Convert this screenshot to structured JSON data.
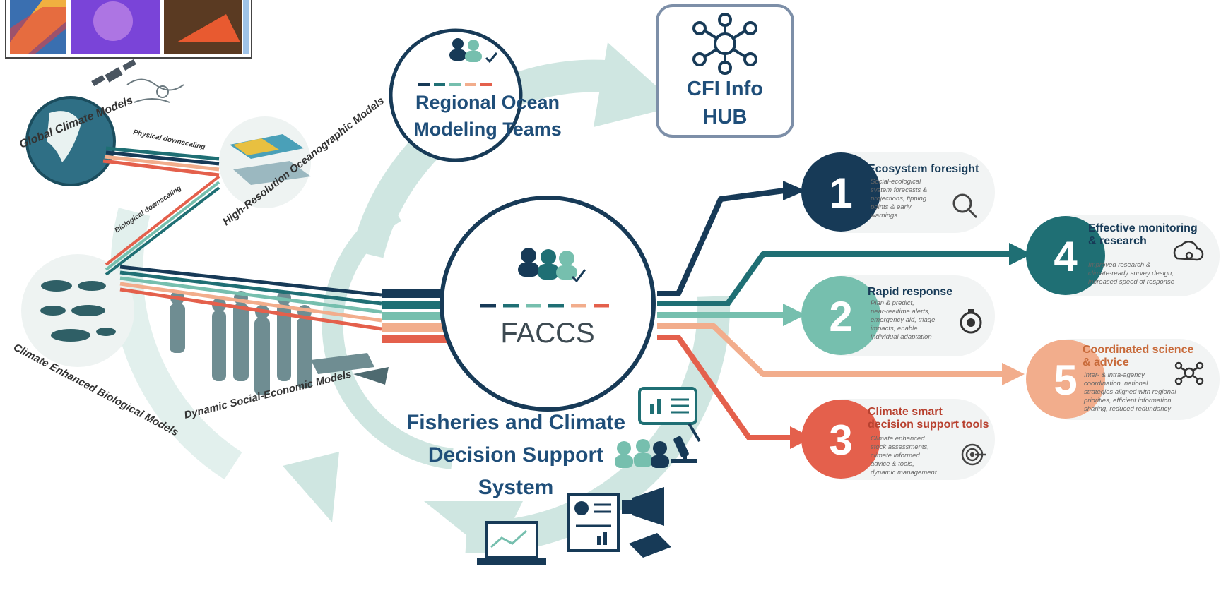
{
  "colors": {
    "navy": "#173a57",
    "deep_teal": "#1f6f74",
    "mid_teal": "#76bfae",
    "peach": "#f2ad8c",
    "coral": "#e4604c",
    "swirl": "#cfe6e1",
    "label_blue": "#1f4e79",
    "hub_border": "#7d8fa8"
  },
  "left_models": {
    "global_climate": "Global Climate Models",
    "high_resolution": "High-Resolution Oceanographic Models",
    "biological": "Climate Enhanced Biological Models",
    "social_economic": "Dynamic Social-Economic Models",
    "physical_downscaling": "Physical downscaling",
    "biological_downscaling": "Biological downscaling"
  },
  "center": {
    "label": "FACCS",
    "regional_teams_line1": "Regional Ocean",
    "regional_teams_line2": "Modeling Teams",
    "dss_line1": "Fisheries and Climate",
    "dss_line2": "Decision Support",
    "dss_line3": "System"
  },
  "hub": {
    "line1": "CFI Info",
    "line2": "HUB"
  },
  "outcomes": [
    {
      "num": "1",
      "title_line1": "Ecosystem foresight",
      "title_line2": "",
      "desc": [
        "Social-ecological",
        "system forecasts &",
        "projections, tipping",
        "points & early",
        "warnings"
      ]
    },
    {
      "num": "2",
      "title_line1": "Rapid response",
      "title_line2": "",
      "desc": [
        "Plan & predict,",
        "near-realtime alerts,",
        "emergency aid, triage",
        "impacts, enable",
        "individual adaptation"
      ]
    },
    {
      "num": "3",
      "title_line1": "Climate smart",
      "title_line2": "decision support tools",
      "desc": [
        "Climate enhanced",
        "stock assessments,",
        "climate informed",
        "advice & tools,",
        "dynamic management"
      ]
    },
    {
      "num": "4",
      "title_line1": "Effective monitoring",
      "title_line2": "& research",
      "desc": [
        "Improved research &",
        "climate-ready survey design,",
        "increased speed of response"
      ]
    },
    {
      "num": "5",
      "title_line1": "Coordinated science",
      "title_line2": "& advice",
      "desc": [
        "Inter- & intra-agency",
        "coordination, national",
        "strategies aligned with regional",
        "priorities, efficient information",
        "sharing, reduced redundancy"
      ]
    }
  ],
  "icons": {
    "satellite": "satellite-icon",
    "globe": "globe-icon",
    "team": "team-icon",
    "network": "network-hub-icon",
    "magnifier": "magnifier-icon",
    "stopwatch": "stopwatch-icon",
    "target": "target-icon",
    "cloud_gear": "cloud-gear-icon",
    "presentation": "presentation-board-icon",
    "microscope": "microscope-icon",
    "report": "report-document-icon",
    "megaphone": "megaphone-icon",
    "book": "book-icon",
    "laptop": "laptop-chart-icon"
  }
}
